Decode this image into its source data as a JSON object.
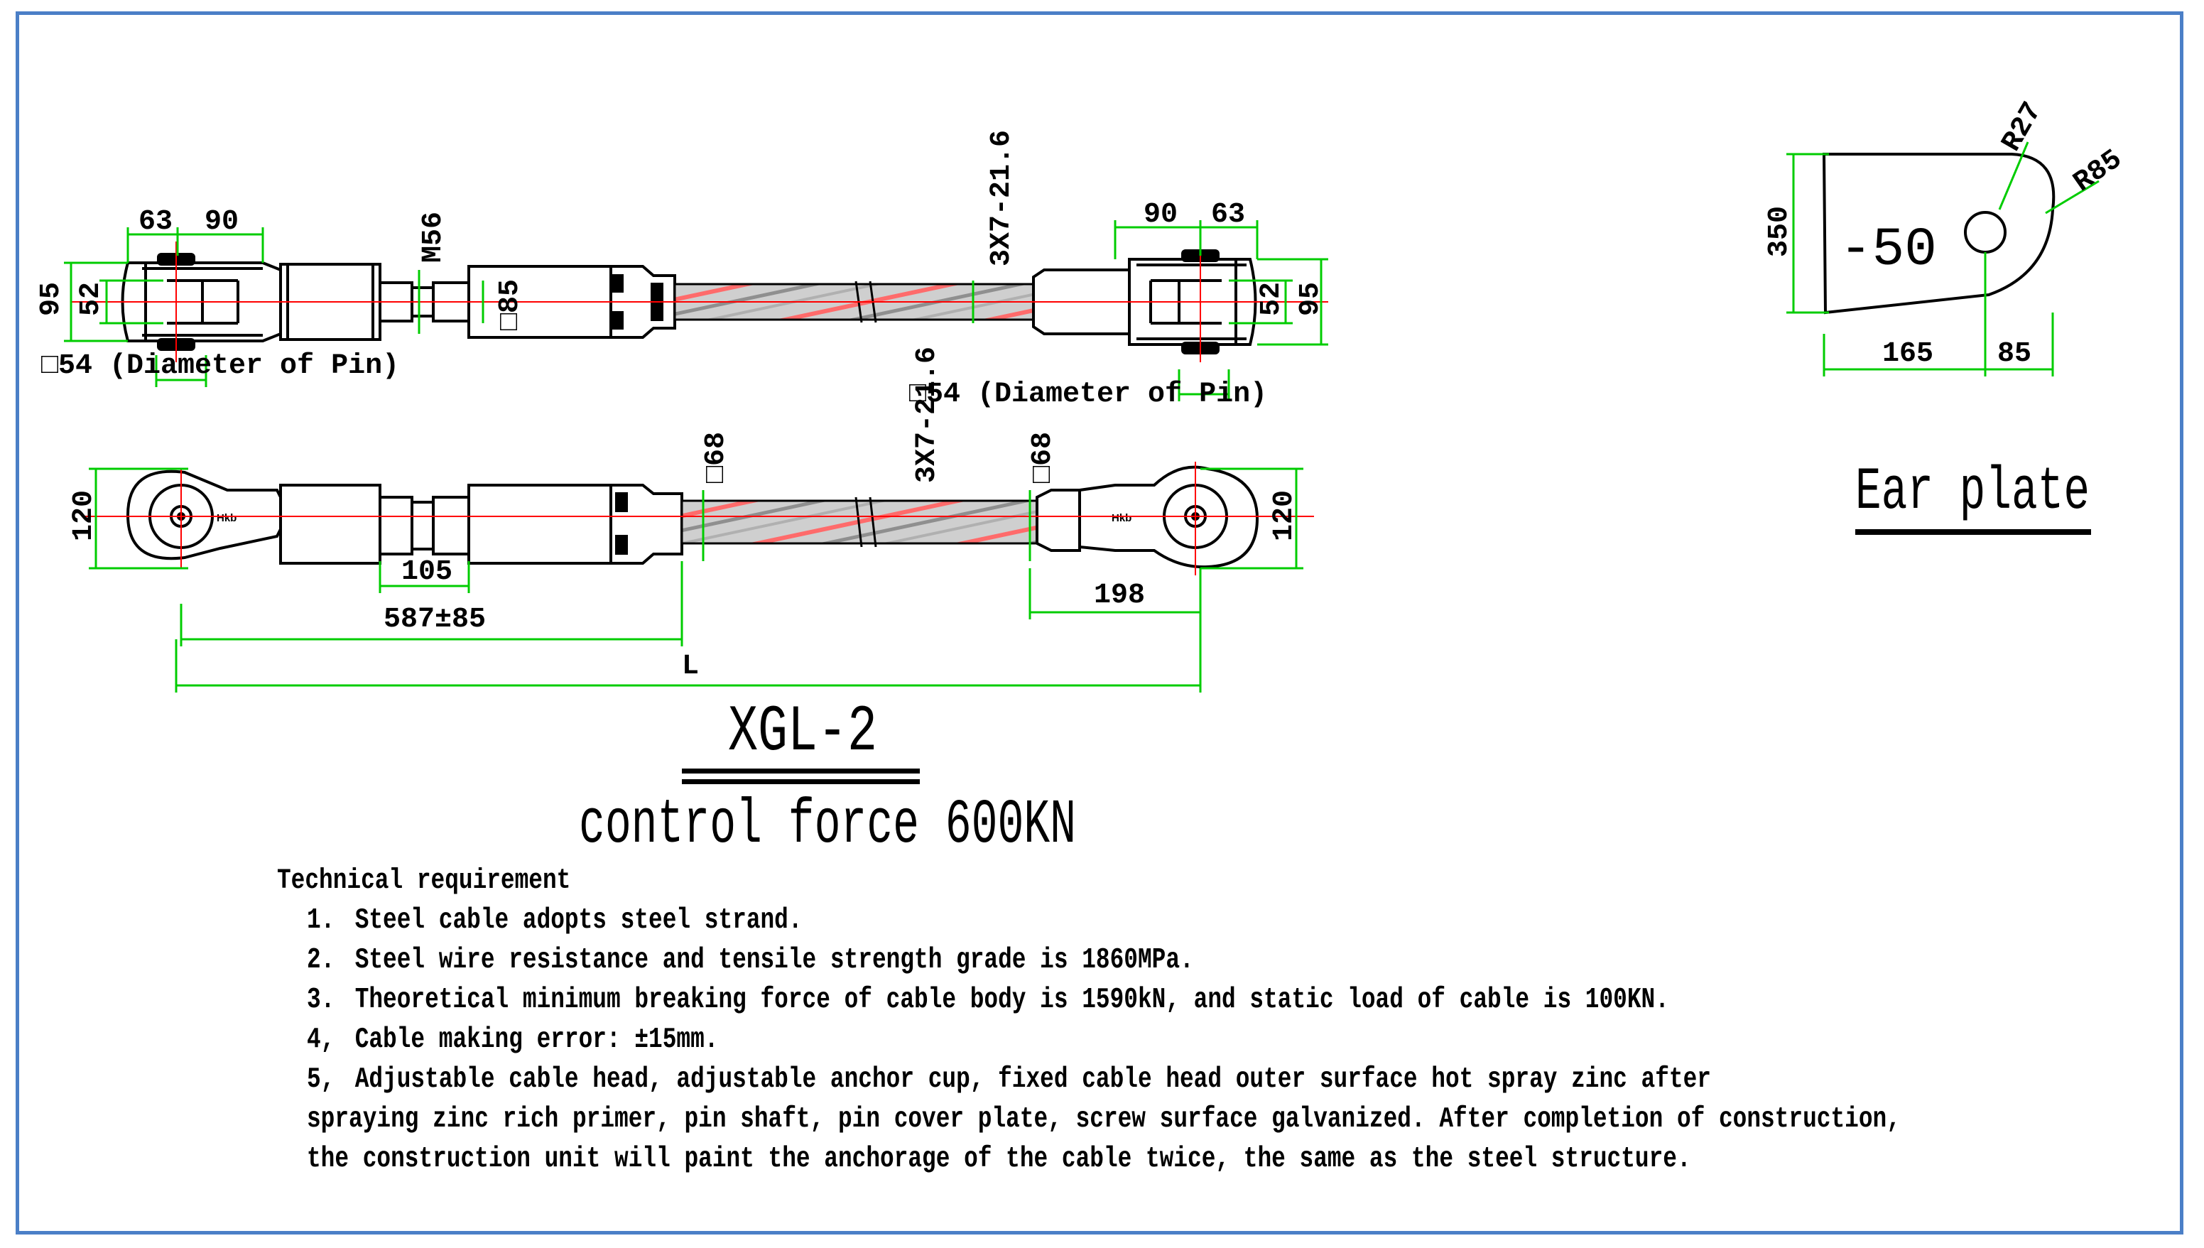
{
  "main": {
    "model": "XGL-2",
    "force": "control force 600KN"
  },
  "top_view": {
    "dim_63_left": "63",
    "dim_90_left": "90",
    "dim_95_left": "95",
    "dim_52_left": "52",
    "pin_left": "□54 (Diameter of Pin)",
    "thread": "M56",
    "square_85": "□85",
    "strand_top": "3X7-21.6",
    "dim_90_right": "90",
    "dim_63_right": "63",
    "dim_52_right": "52",
    "dim_95_right": "95",
    "pin_right": "□54 (Diameter of Pin)"
  },
  "side_view": {
    "dim_120_left": "120",
    "square_68_left": "□68",
    "strand_side": "3X7-21.6",
    "square_68_right": "□68",
    "dim_120_right": "120",
    "dim_105": "105",
    "dim_587": "587±85",
    "dim_198": "198",
    "dim_L": "L"
  },
  "ear_plate": {
    "thickness": "-50",
    "dim_350": "350",
    "dim_165": "165",
    "dim_85": "85",
    "r27": "R27",
    "r85": "R85",
    "title": "Ear plate"
  },
  "technical": {
    "title": "Technical requirement",
    "items": [
      {
        "n": "1.",
        "text": "Steel cable adopts steel strand."
      },
      {
        "n": "2.",
        "text": "Steel wire resistance and tensile strength grade is 1860MPa."
      },
      {
        "n": "3.",
        "text": "Theoretical minimum breaking force of cable body is 1590kN, and static load of cable is 100KN."
      },
      {
        "n": "4,",
        "text": "Cable making error: ±15mm."
      },
      {
        "n": "5,",
        "text": "Adjustable cable head, adjustable anchor cup, fixed cable head outer surface hot spray zinc after"
      }
    ],
    "continuation": [
      "spraying zinc rich primer, pin shaft, pin cover plate, screw surface galvanized. After completion of construction,",
      "the construction unit will paint the anchorage of the cable twice, the same as the steel structure."
    ]
  },
  "colors": {
    "frame": "#4b7fc7",
    "dimension": "#00cc00",
    "centerline": "#ff0000",
    "outline": "#000000"
  }
}
